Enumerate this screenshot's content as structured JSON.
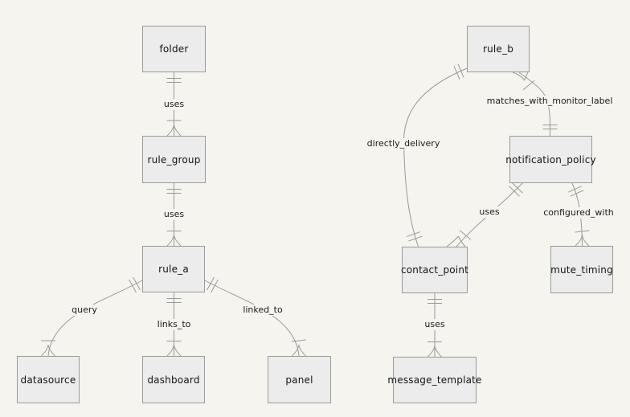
{
  "diagram": {
    "type": "entity-relationship",
    "notation": "crows-foot",
    "colors": {
      "background": "#f5f4ef",
      "entity_fill": "#ececec",
      "entity_border": "#9a9a9a",
      "line": "#999999",
      "text": "#131313"
    },
    "entities": [
      {
        "id": "folder",
        "label": "folder"
      },
      {
        "id": "rule_group",
        "label": "rule_group"
      },
      {
        "id": "rule_a",
        "label": "rule_a"
      },
      {
        "id": "datasource",
        "label": "datasource"
      },
      {
        "id": "dashboard",
        "label": "dashboard"
      },
      {
        "id": "panel",
        "label": "panel"
      },
      {
        "id": "rule_b",
        "label": "rule_b"
      },
      {
        "id": "notification_policy",
        "label": "notification_policy"
      },
      {
        "id": "contact_point",
        "label": "contact_point"
      },
      {
        "id": "mute_timing",
        "label": "mute_timing"
      },
      {
        "id": "message_template",
        "label": "message_template"
      }
    ],
    "relationships": [
      {
        "from": "folder",
        "to": "rule_group",
        "label": "uses",
        "from_cardinality": "exactly-one",
        "to_cardinality": "one-or-many"
      },
      {
        "from": "rule_group",
        "to": "rule_a",
        "label": "uses",
        "from_cardinality": "exactly-one",
        "to_cardinality": "one-or-many"
      },
      {
        "from": "rule_a",
        "to": "datasource",
        "label": "query",
        "from_cardinality": "exactly-one",
        "to_cardinality": "one-or-many"
      },
      {
        "from": "rule_a",
        "to": "dashboard",
        "label": "links_to",
        "from_cardinality": "exactly-one",
        "to_cardinality": "one-or-many"
      },
      {
        "from": "rule_a",
        "to": "panel",
        "label": "linked_to",
        "from_cardinality": "exactly-one",
        "to_cardinality": "one-or-many"
      },
      {
        "from": "rule_b",
        "to": "notification_policy",
        "label": "matches_with_monitor_label",
        "from_cardinality": "one-or-many",
        "to_cardinality": "exactly-one"
      },
      {
        "from": "rule_b",
        "to": "contact_point",
        "label": "directly_delivery",
        "from_cardinality": "exactly-one",
        "to_cardinality": "exactly-one"
      },
      {
        "from": "notification_policy",
        "to": "contact_point",
        "label": "uses",
        "from_cardinality": "exactly-one",
        "to_cardinality": "one-or-many"
      },
      {
        "from": "notification_policy",
        "to": "mute_timing",
        "label": "configured_with",
        "from_cardinality": "exactly-one",
        "to_cardinality": "one-or-many"
      },
      {
        "from": "contact_point",
        "to": "message_template",
        "label": "uses",
        "from_cardinality": "exactly-one",
        "to_cardinality": "one-or-many"
      }
    ]
  }
}
